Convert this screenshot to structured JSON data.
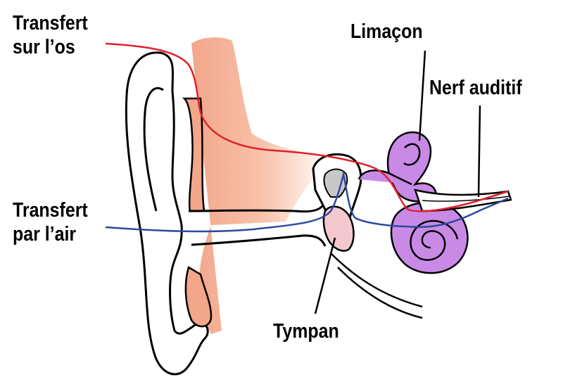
{
  "labels": {
    "bone_line1": "Transfert",
    "bone_line2": "sur l’os",
    "air_line1": "Transfert",
    "air_line2": "par l’air",
    "cochlea": "Limaçon",
    "nerve": "Nerf auditif",
    "eardrum": "Tympan"
  },
  "colors": {
    "skin": "#f2a68a",
    "skin_light": "#fde3d6",
    "cochlea": "#c98ae6",
    "eardrum": "#f3c9cf",
    "ossicle_gray": "#c8c8c8",
    "bone_path": "#e0202a",
    "air_path": "#2c4aa0",
    "outline": "#000000"
  }
}
